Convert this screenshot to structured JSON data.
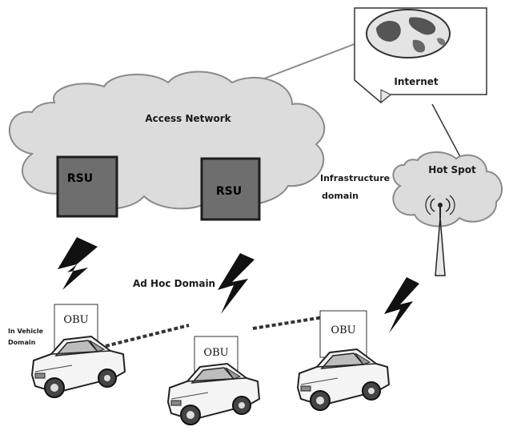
{
  "labels": {
    "internet": "Internet",
    "access_network": "Access Network",
    "hot_spot": "Hot Spot",
    "infrastructure_domain_1": "Infrastructure",
    "infrastructure_domain_2": "domain",
    "ad_hoc_domain": "Ad Hoc Domain",
    "in_vehicle_domain_1": "In Vehicle",
    "in_vehicle_domain_2": "Domain"
  },
  "rsus": [
    {
      "label": "RSU"
    },
    {
      "label": "RSU"
    }
  ],
  "obus": [
    {
      "label": "OBU"
    },
    {
      "label": "OBU"
    },
    {
      "label": "OBU"
    }
  ],
  "colors": {
    "cloud_fill": "#dcdcdc",
    "cloud_stroke": "#8a8a8a",
    "rsu_fill": "#6e6e6e",
    "rsu_stroke": "#1e1e1e",
    "link": "#222222"
  },
  "icons": [
    "globe-icon",
    "antenna-tower-icon",
    "car-icon",
    "wireless-link-icon"
  ]
}
